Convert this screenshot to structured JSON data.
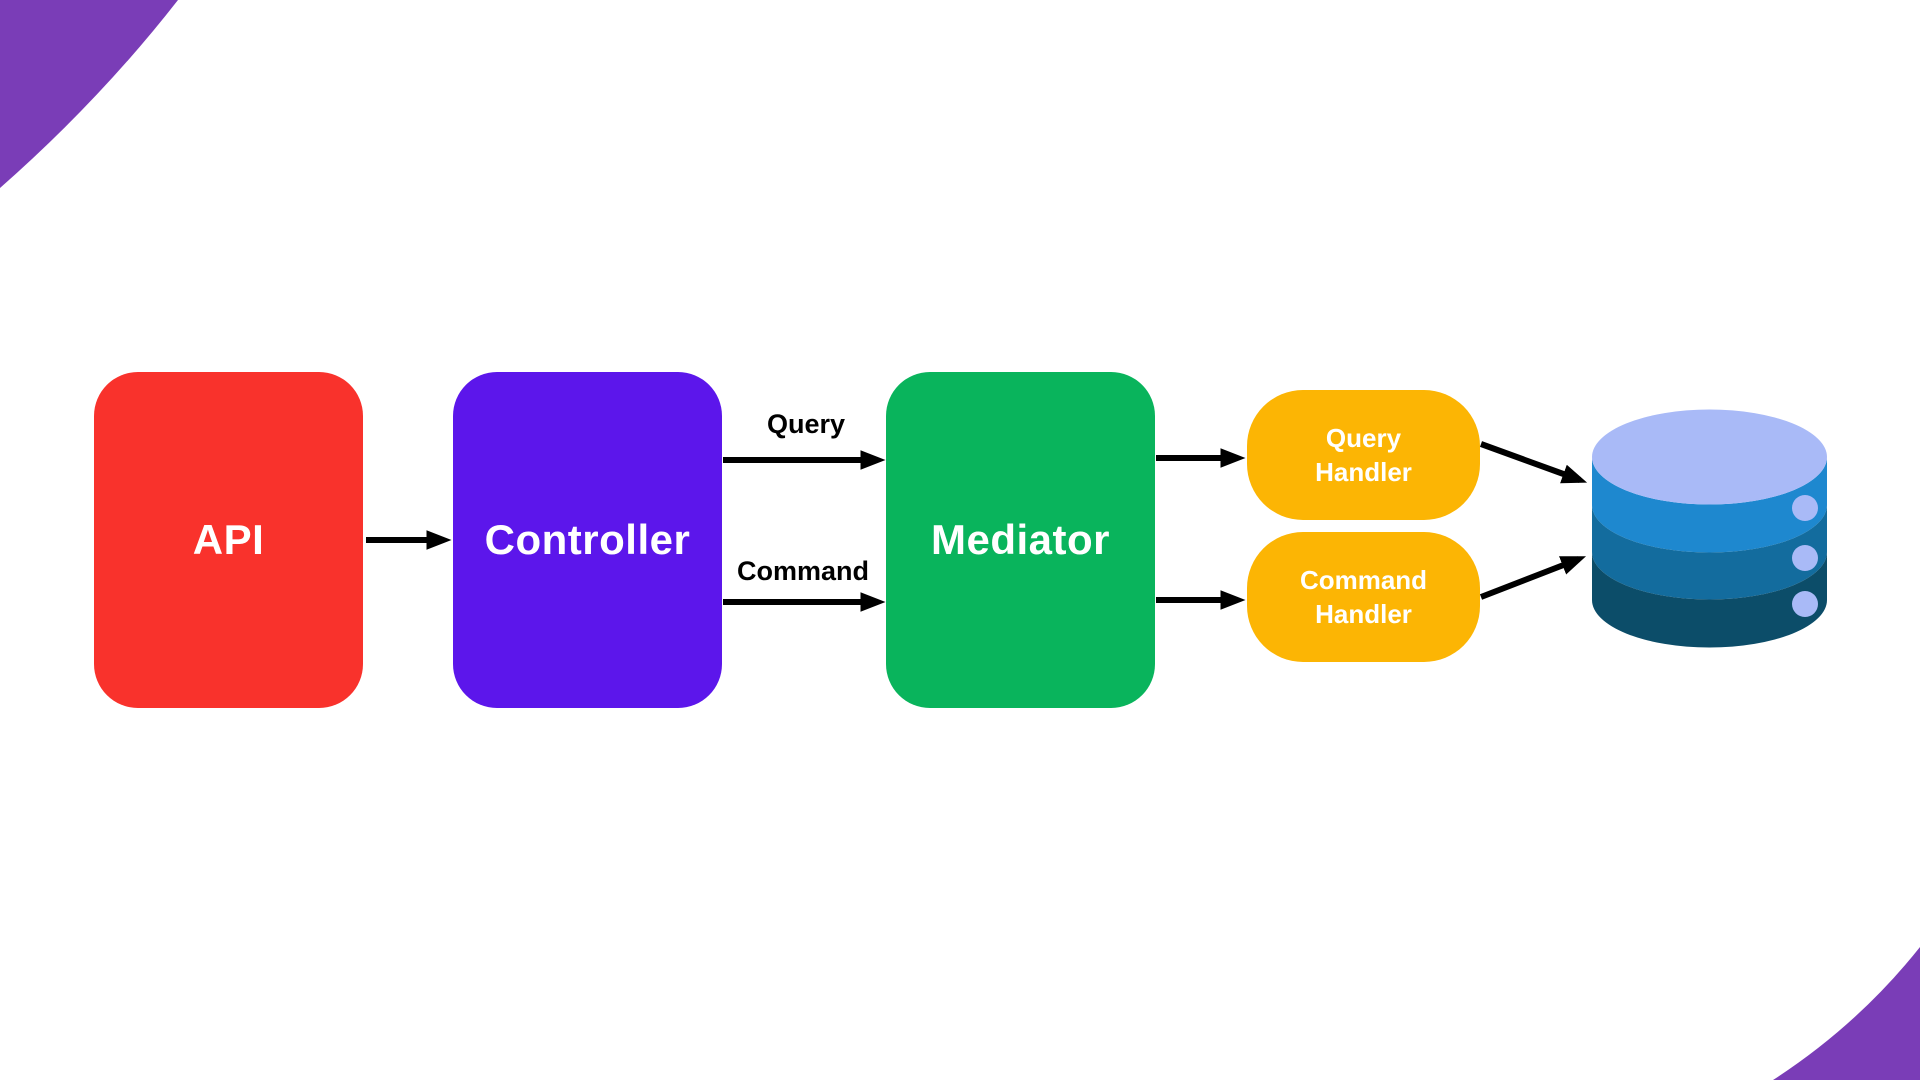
{
  "page": {
    "background_color": "#FFFFFF",
    "decoration": {
      "corner_swoosh_color": "#7A3DB7"
    }
  },
  "nodes": {
    "api": {
      "label": "API",
      "color": "#F9322C",
      "text_color": "#FFFFFF"
    },
    "controller": {
      "label": "Controller",
      "color": "#5C16EB",
      "text_color": "#FFFFFF"
    },
    "mediator": {
      "label": "Mediator",
      "color": "#09B45C",
      "text_color": "#FFFFFF"
    },
    "query_handler": {
      "line1": "Query",
      "line2": "Handler",
      "color": "#FCB504",
      "text_color": "#FFFFFF"
    },
    "command_handler": {
      "line1": "Command",
      "line2": "Handler",
      "color": "#FCB504",
      "text_color": "#FFFFFF"
    }
  },
  "edge_labels": {
    "query": "Query",
    "command": "Command"
  },
  "arrows": {
    "color": "#000000"
  },
  "database_icon": {
    "top_color": "#A9BAF7",
    "band1_color": "#1E88CF",
    "band2_color": "#136C9E",
    "band3_color": "#0C4D69",
    "dot_color": "#A9BAF7"
  }
}
